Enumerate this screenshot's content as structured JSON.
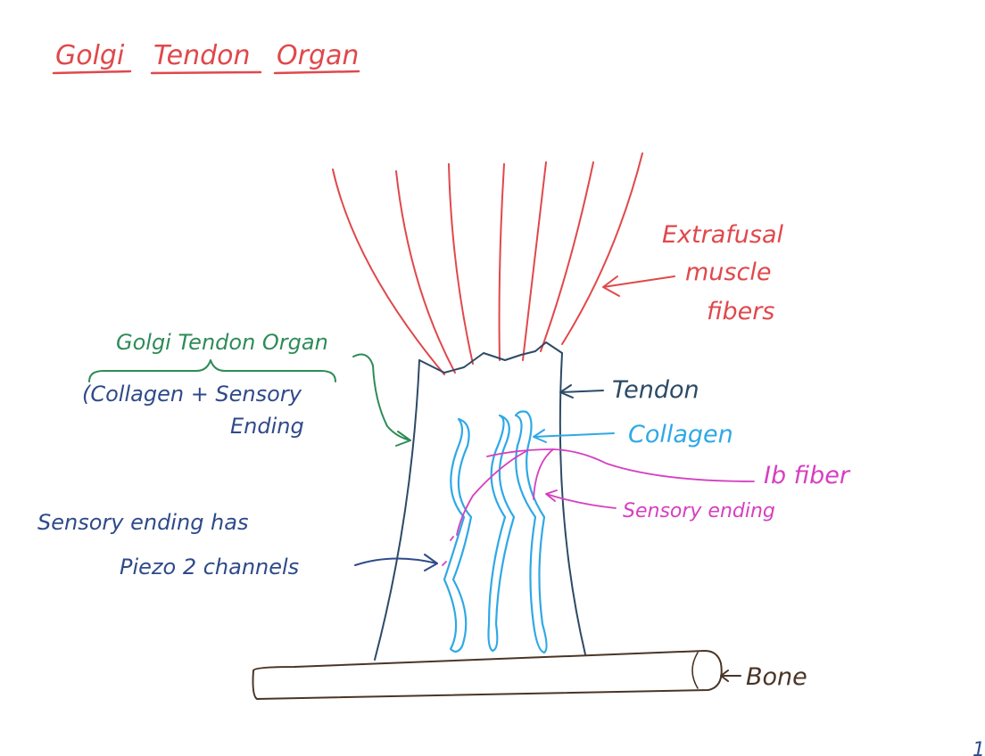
{
  "colors": {
    "red": "#e0484b",
    "green": "#2e8b57",
    "navy": "#2f4a8a",
    "tendon": "#2c4a66",
    "cyan": "#2fa8e6",
    "magenta": "#d63fc0",
    "brown": "#4a3526"
  },
  "title": {
    "word1": "Golgi",
    "word2": "Tendon",
    "word3": "Organ"
  },
  "labels": {
    "extrafusal": [
      "Extrafusal",
      "muscle",
      "fibers"
    ],
    "gto": "Golgi Tendon Organ",
    "gto_components": [
      "(Collagen + Sensory",
      "Ending"
    ],
    "tendon": "Tendon",
    "collagen": "Collagen",
    "ib_fiber": "Ib fiber",
    "sensory_ending": "Sensory ending",
    "piezo": [
      "Sensory ending has",
      "Piezo 2 channels"
    ],
    "bone": "Bone"
  },
  "page_number": "1"
}
